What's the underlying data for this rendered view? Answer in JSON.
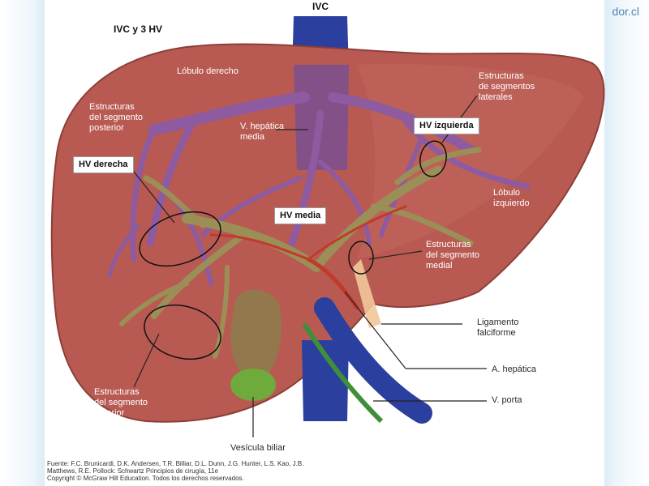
{
  "brand": "dor.cl",
  "title": "IVC y 3 HV",
  "labels": {
    "ivc": "IVC",
    "lobulo_derecho": "Lóbulo derecho",
    "estructuras_posterior": [
      "Estructuras",
      "del segmento",
      "posterior"
    ],
    "vhepatica_media": [
      "V. hepática",
      "media"
    ],
    "estructuras_laterales": [
      "Estructuras",
      "de segmentos",
      "laterales"
    ],
    "hv_izquierda": "HV izquierda",
    "hv_derecha": "HV derecha",
    "hv_media": "HV media",
    "lobulo_izquierdo": [
      "Lóbulo",
      "izquierdo"
    ],
    "estructuras_medial": [
      "Estructuras",
      "del segmento",
      "medial"
    ],
    "ligamento": [
      "Ligamento",
      "falciforme"
    ],
    "a_hepatica": "A. hepática",
    "v_porta": "V. porta",
    "estructuras_anterior": [
      "Estructuras",
      "del segmento",
      "anterior"
    ],
    "vesicula": "Vesícula biliar"
  },
  "source": [
    "Fuente: F.C. Brunicardi, D.K. Andersen, T.R. Billiar, D.L. Dunn, J.G. Hunter, L.S. Kao, J.B.",
    "Matthews, R.E. Pollock: Schwartz Principios de cirugía, 11e",
    "Copyright © McGraw Hill Education. Todos los derechos reservados."
  ],
  "colors": {
    "liver": "#b85a52",
    "liver_shadow": "#9a443e",
    "vein": "#8e5aa0",
    "ivc": "#2b3f9e",
    "portal_branches": "#9b8e56",
    "artery": "#c23a2c",
    "bile_duct": "#3f8f3a",
    "gallbladder": "#8f7a4c",
    "ligament": "#f2c79a"
  }
}
